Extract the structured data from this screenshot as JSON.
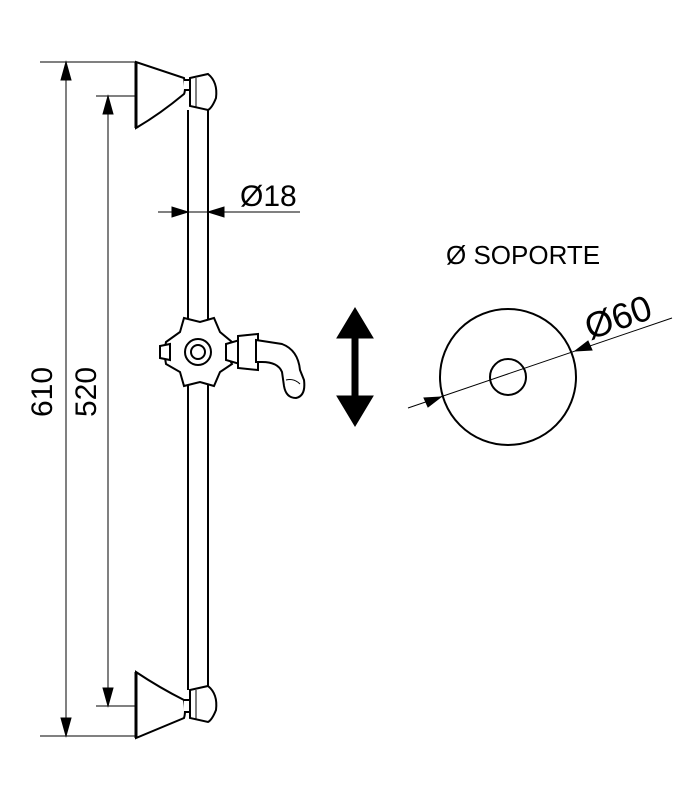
{
  "dimensions": {
    "total_length": "610",
    "rail_spacing": "520",
    "bar_diameter": "Ø18",
    "support_label": "Ø SOPORTE",
    "support_diameter": "Ø60"
  },
  "colors": {
    "ink": "#000000",
    "background": "#ffffff"
  },
  "icons": {
    "adjust": "double-arrow-vertical"
  }
}
